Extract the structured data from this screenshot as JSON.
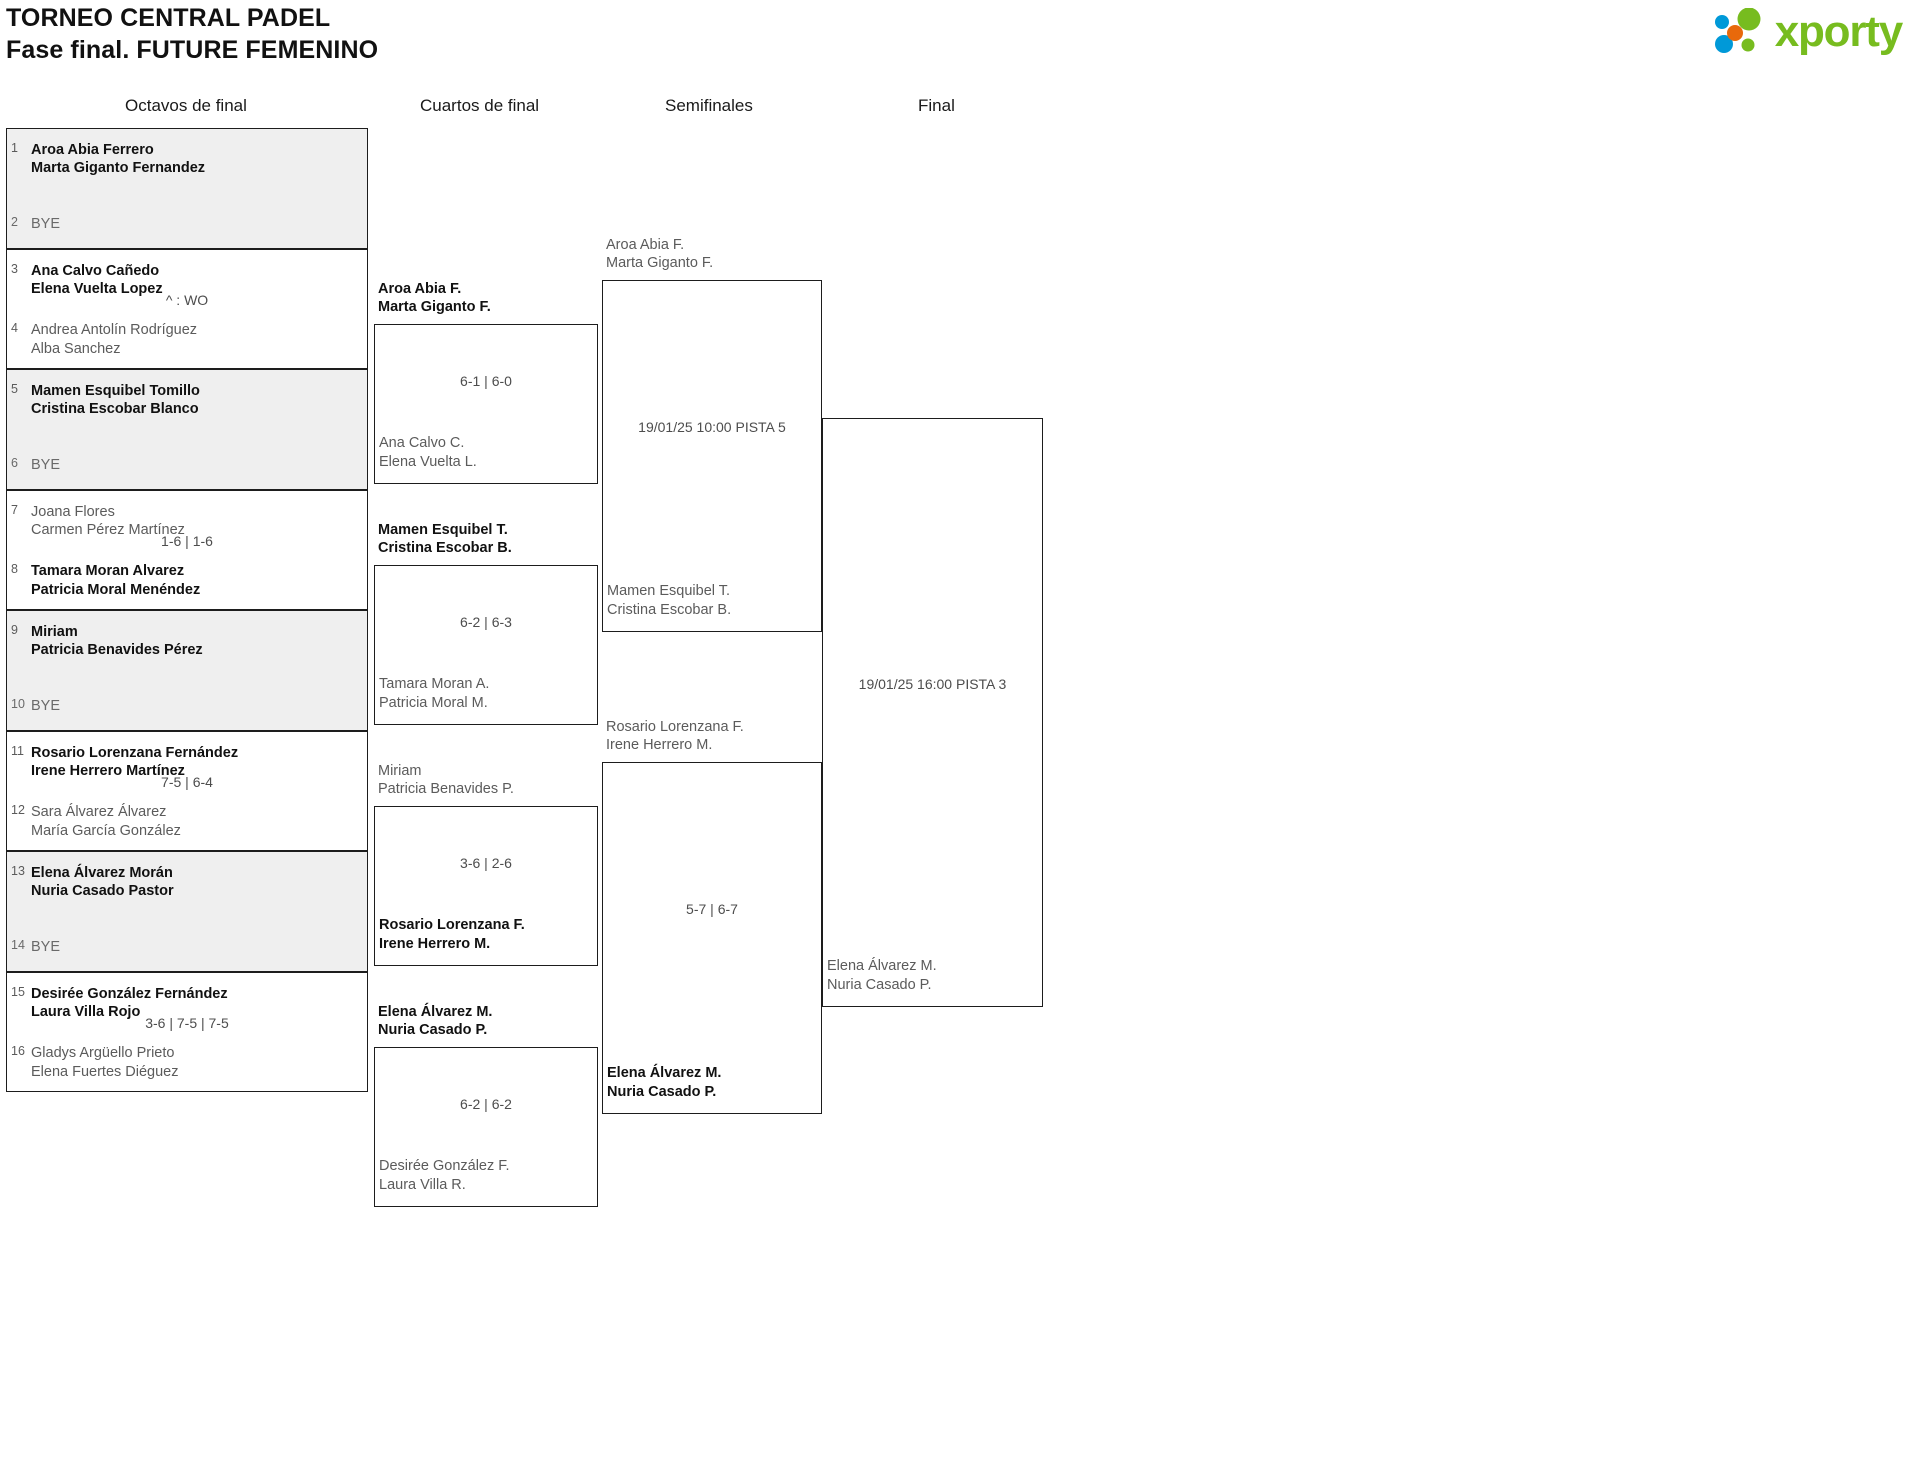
{
  "header": {
    "title_line1": "TORNEO CENTRAL PADEL",
    "title_line2": "Fase final. FUTURE FEMENINO",
    "logo_wordmark": "xporty",
    "logo_colors": {
      "green": "#77bc1f",
      "blue": "#0099d8",
      "orange": "#e8690b"
    }
  },
  "rounds": [
    {
      "label": "Octavos de final"
    },
    {
      "label": "Cuartos de final"
    },
    {
      "label": "Semifinales"
    },
    {
      "label": "Final"
    }
  ],
  "colors": {
    "shaded_row": "#efefef",
    "border": "#1d1d1d",
    "winner_text": "#111111",
    "loser_text": "#5b5b5b"
  },
  "round1": [
    {
      "shaded": true,
      "top": {
        "seed": "1",
        "line1": "Aroa Abia Ferrero",
        "line2": "Marta Giganto Fernandez",
        "winner": true
      },
      "bottom": {
        "seed": "2",
        "line1": "BYE",
        "line2": "",
        "winner": false,
        "bye": true
      },
      "score": ""
    },
    {
      "shaded": false,
      "top": {
        "seed": "3",
        "line1": "Ana Calvo Cañedo",
        "line2": "Elena Vuelta Lopez",
        "winner": true
      },
      "bottom": {
        "seed": "4",
        "line1": "Andrea Antolín Rodríguez",
        "line2": "Alba Sanchez",
        "winner": false
      },
      "score": "^ : WO"
    },
    {
      "shaded": true,
      "top": {
        "seed": "5",
        "line1": "Mamen Esquibel Tomillo",
        "line2": "Cristina Escobar Blanco",
        "winner": true
      },
      "bottom": {
        "seed": "6",
        "line1": "BYE",
        "line2": "",
        "winner": false,
        "bye": true
      },
      "score": ""
    },
    {
      "shaded": false,
      "top": {
        "seed": "7",
        "line1": "Joana Flores",
        "line2": "Carmen Pérez Martínez",
        "winner": false
      },
      "bottom": {
        "seed": "8",
        "line1": "Tamara Moran Alvarez",
        "line2": "Patricia Moral Menéndez",
        "winner": true
      },
      "score": "1-6 | 1-6"
    },
    {
      "shaded": true,
      "top": {
        "seed": "9",
        "line1": "Miriam",
        "line2": "Patricia Benavides Pérez",
        "winner": true
      },
      "bottom": {
        "seed": "10",
        "line1": "BYE",
        "line2": "",
        "winner": false,
        "bye": true
      },
      "score": ""
    },
    {
      "shaded": false,
      "top": {
        "seed": "11",
        "line1": "Rosario Lorenzana Fernández",
        "line2": "Irene Herrero Martínez",
        "winner": true
      },
      "bottom": {
        "seed": "12",
        "line1": "Sara Álvarez Álvarez",
        "line2": "María García González",
        "winner": false
      },
      "score": "7-5 | 6-4"
    },
    {
      "shaded": true,
      "top": {
        "seed": "13",
        "line1": "Elena Álvarez Morán",
        "line2": "Nuria Casado Pastor",
        "winner": true
      },
      "bottom": {
        "seed": "14",
        "line1": "BYE",
        "line2": "",
        "winner": false,
        "bye": true
      },
      "score": ""
    },
    {
      "shaded": false,
      "top": {
        "seed": "15",
        "line1": "Desirée González Fernández",
        "line2": "Laura Villa Rojo",
        "winner": true
      },
      "bottom": {
        "seed": "16",
        "line1": "Gladys Argüello Prieto",
        "line2": "Elena Fuertes Diéguez",
        "winner": false
      },
      "score": "3-6 | 7-5 | 7-5"
    }
  ],
  "round2": [
    {
      "top": {
        "line1": "Aroa Abia F.",
        "line2": "Marta Giganto F.",
        "winner": true
      },
      "bottom": {
        "line1": "Ana Calvo C.",
        "line2": "Elena Vuelta L.",
        "winner": false
      },
      "score": "6-1 | 6-0"
    },
    {
      "top": {
        "line1": "Mamen Esquibel T.",
        "line2": "Cristina Escobar B.",
        "winner": true
      },
      "bottom": {
        "line1": "Tamara Moran A.",
        "line2": "Patricia Moral M.",
        "winner": false
      },
      "score": "6-2 | 6-3"
    },
    {
      "top": {
        "line1": "Miriam",
        "line2": "Patricia Benavides P.",
        "winner": false
      },
      "bottom": {
        "line1": "Rosario Lorenzana F.",
        "line2": "Irene Herrero M.",
        "winner": true
      },
      "score": "3-6 | 2-6"
    },
    {
      "top": {
        "line1": "Elena Álvarez M.",
        "line2": "Nuria Casado P.",
        "winner": true
      },
      "bottom": {
        "line1": "Desirée González F.",
        "line2": "Laura Villa R.",
        "winner": false
      },
      "score": "6-2 | 6-2"
    }
  ],
  "round3": [
    {
      "top": {
        "line1": "Aroa Abia F.",
        "line2": "Marta Giganto F.",
        "winner": false
      },
      "bottom": {
        "line1": "Mamen Esquibel T.",
        "line2": "Cristina Escobar B.",
        "winner": false
      },
      "score": "19/01/25 10:00 PISTA 5"
    },
    {
      "top": {
        "line1": "Rosario Lorenzana F.",
        "line2": "Irene Herrero M.",
        "winner": false
      },
      "bottom": {
        "line1": "Elena Álvarez M.",
        "line2": "Nuria Casado P.",
        "winner": true
      },
      "score": "5-7 | 6-7"
    }
  ],
  "round4": [
    {
      "top": {
        "line1": "",
        "line2": "",
        "winner": false
      },
      "bottom": {
        "line1": "Elena Álvarez M.",
        "line2": "Nuria Casado P.",
        "winner": false
      },
      "score": "19/01/25 16:00 PISTA 3"
    }
  ]
}
